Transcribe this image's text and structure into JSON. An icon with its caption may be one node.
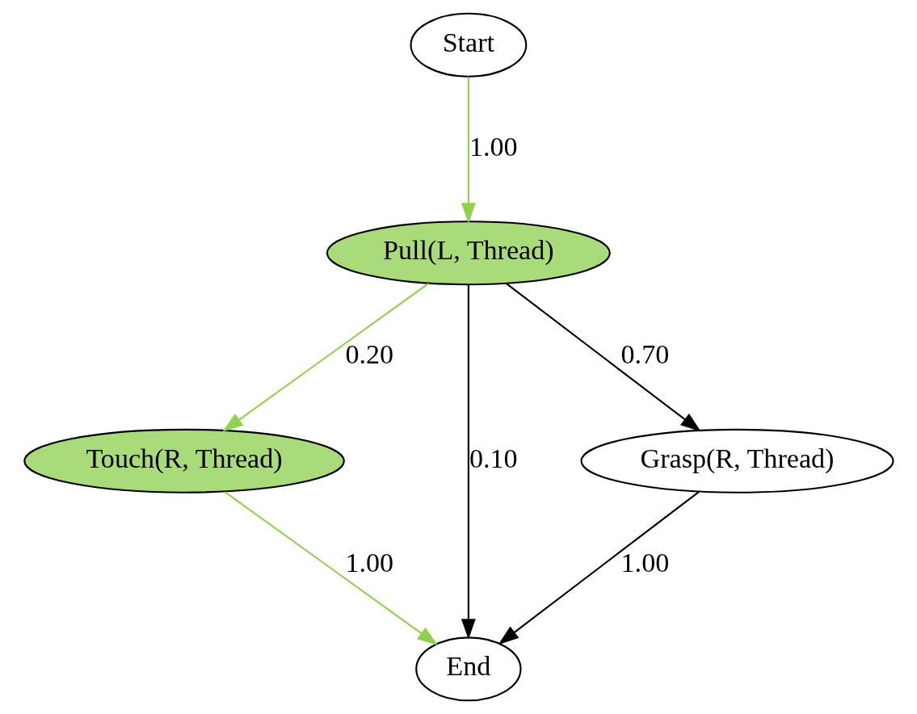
{
  "diagram": {
    "nodes": [
      {
        "text": [
          "Start"
        ]
      },
      {
        "text": [
          "Pull(L, Thread)"
        ]
      },
      {
        "text": [
          "Touch(R, Thread)"
        ]
      },
      {
        "text": [
          "Grasp(R, Thread)"
        ]
      },
      {
        "text": [
          "End"
        ]
      }
    ],
    "edges": [
      {
        "from": 0,
        "to": 1,
        "arrow": "to",
        "label": "1.00",
        "color": "#92d050"
      },
      {
        "from": 1,
        "to": 2,
        "arrow": "to",
        "label": "0.20",
        "color": "#92d050"
      },
      {
        "from": 1,
        "to": 4,
        "arrow": "to",
        "label": "0.10",
        "color": "#000000"
      },
      {
        "from": 1,
        "to": 3,
        "arrow": "to",
        "label": "0.70",
        "color": "#000000"
      },
      {
        "from": 2,
        "to": 4,
        "arrow": "to",
        "label": "1.00",
        "color": "#92d050"
      },
      {
        "from": 3,
        "to": 4,
        "arrow": "to",
        "label": "1.00",
        "color": "#000000"
      }
    ]
  }
}
